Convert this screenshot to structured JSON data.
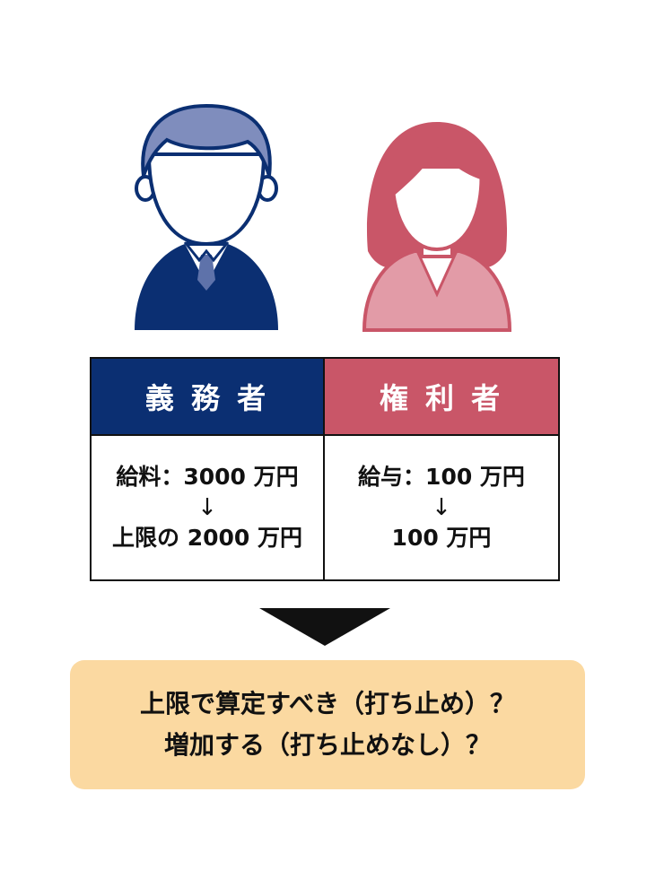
{
  "figures": {
    "obligor_icon": "man-avatar-icon",
    "obligee_icon": "woman-avatar-icon"
  },
  "table": {
    "obligor": {
      "header": "義 務 者",
      "line1": "給料：3000 万円",
      "arrow": "↓",
      "line2": "上限の 2000 万円"
    },
    "obligee": {
      "header": "権 利 者",
      "line1": "給与：100 万円",
      "arrow": "↓",
      "line2": "100 万円"
    }
  },
  "question": {
    "line1": "上限で算定すべき（打ち止め）？",
    "line2": "増加する（打ち止めなし）？"
  },
  "colors": {
    "obligor": "#0b2f72",
    "obligee": "#c95668",
    "question_bg": "#fbd9a1"
  }
}
